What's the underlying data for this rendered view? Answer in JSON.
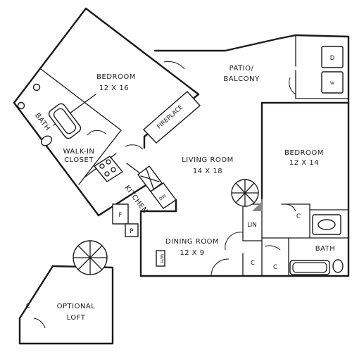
{
  "rooms": {
    "bedroom1": {
      "name": "BEDROOM",
      "size": "12 X 16"
    },
    "bedroom2": {
      "name": "BEDROOM",
      "size": "12 X 14"
    },
    "living": {
      "name": "LIVING ROOM",
      "size": "14 X 18"
    },
    "dining": {
      "name": "DINING ROOM",
      "size": "12 X 9"
    },
    "patio": {
      "line1": "PATIO/",
      "line2": "BALCONY"
    },
    "walkin": {
      "line1": "WALK-IN",
      "line2": "CLOSET"
    },
    "bath1": {
      "name": "BATH"
    },
    "bath2": {
      "name": "BATH"
    },
    "kitchen": {
      "name": "KITCHEN"
    },
    "loft": {
      "line1": "OPTIONAL",
      "line2": "LOFT"
    }
  },
  "fixtures": {
    "fireplace": "FIREPLACE",
    "dishwasher": "DW",
    "fridge": "F",
    "pantry": "P",
    "linen": "LIN",
    "washer": "W",
    "dryer": "D",
    "closet": "C",
    "water_heater": "W/H"
  }
}
